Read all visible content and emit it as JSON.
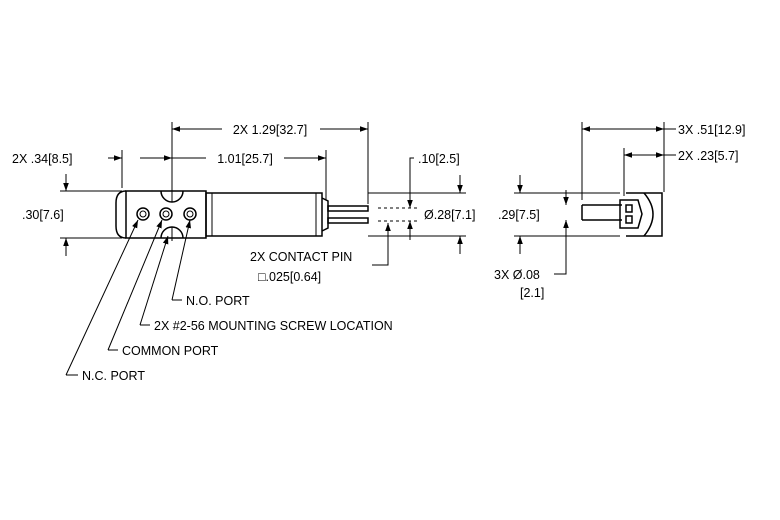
{
  "dimensions": {
    "overall_len": "2X 1.29[32.7]",
    "left_offset": "2X .34[8.5]",
    "body_len": "1.01[25.7]",
    "height": ".30[7.6]",
    "pin_spacing": ".10[2.5]",
    "pin_dia": "Ø.28[7.1]",
    "contact_pin_title": "2X CONTACT  PIN",
    "contact_pin_size": "□.025[0.64]",
    "side_len": "3X .51[12.9]",
    "side_offset": "2X .23[5.7]",
    "side_height": ".29[7.5]",
    "hole_dia": "3X Ø.08",
    "hole_dia_mm": "[2.1]"
  },
  "callouts": {
    "no_port": "N.O. PORT",
    "screw": "2X #2-56 MOUNTING SCREW LOCATION",
    "common_port": "COMMON PORT",
    "nc_port": "N.C. PORT"
  },
  "colors": {
    "line": "#000000",
    "background": "#ffffff"
  }
}
